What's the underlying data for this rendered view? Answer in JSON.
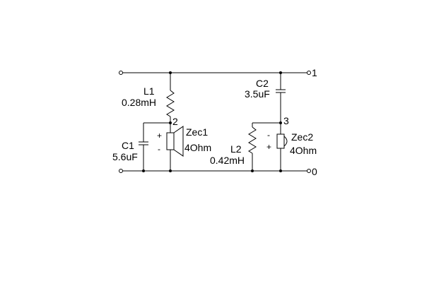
{
  "components": {
    "L1": {
      "name": "L1",
      "value": "0.28mH"
    },
    "C1": {
      "name": "C1",
      "value": "5.6uF"
    },
    "Zec1": {
      "name": "Zec1",
      "value": "4Ohm",
      "plus": "+",
      "minus": "-"
    },
    "C2": {
      "name": "C2",
      "value": "3.5uF"
    },
    "L2": {
      "name": "L2",
      "value": "0.42mH"
    },
    "Zec2": {
      "name": "Zec2",
      "value": "4Ohm",
      "plus": "+",
      "minus": "-"
    }
  },
  "nodes": {
    "n1": "1",
    "n0": "0",
    "n2": "2",
    "n3": "3"
  }
}
